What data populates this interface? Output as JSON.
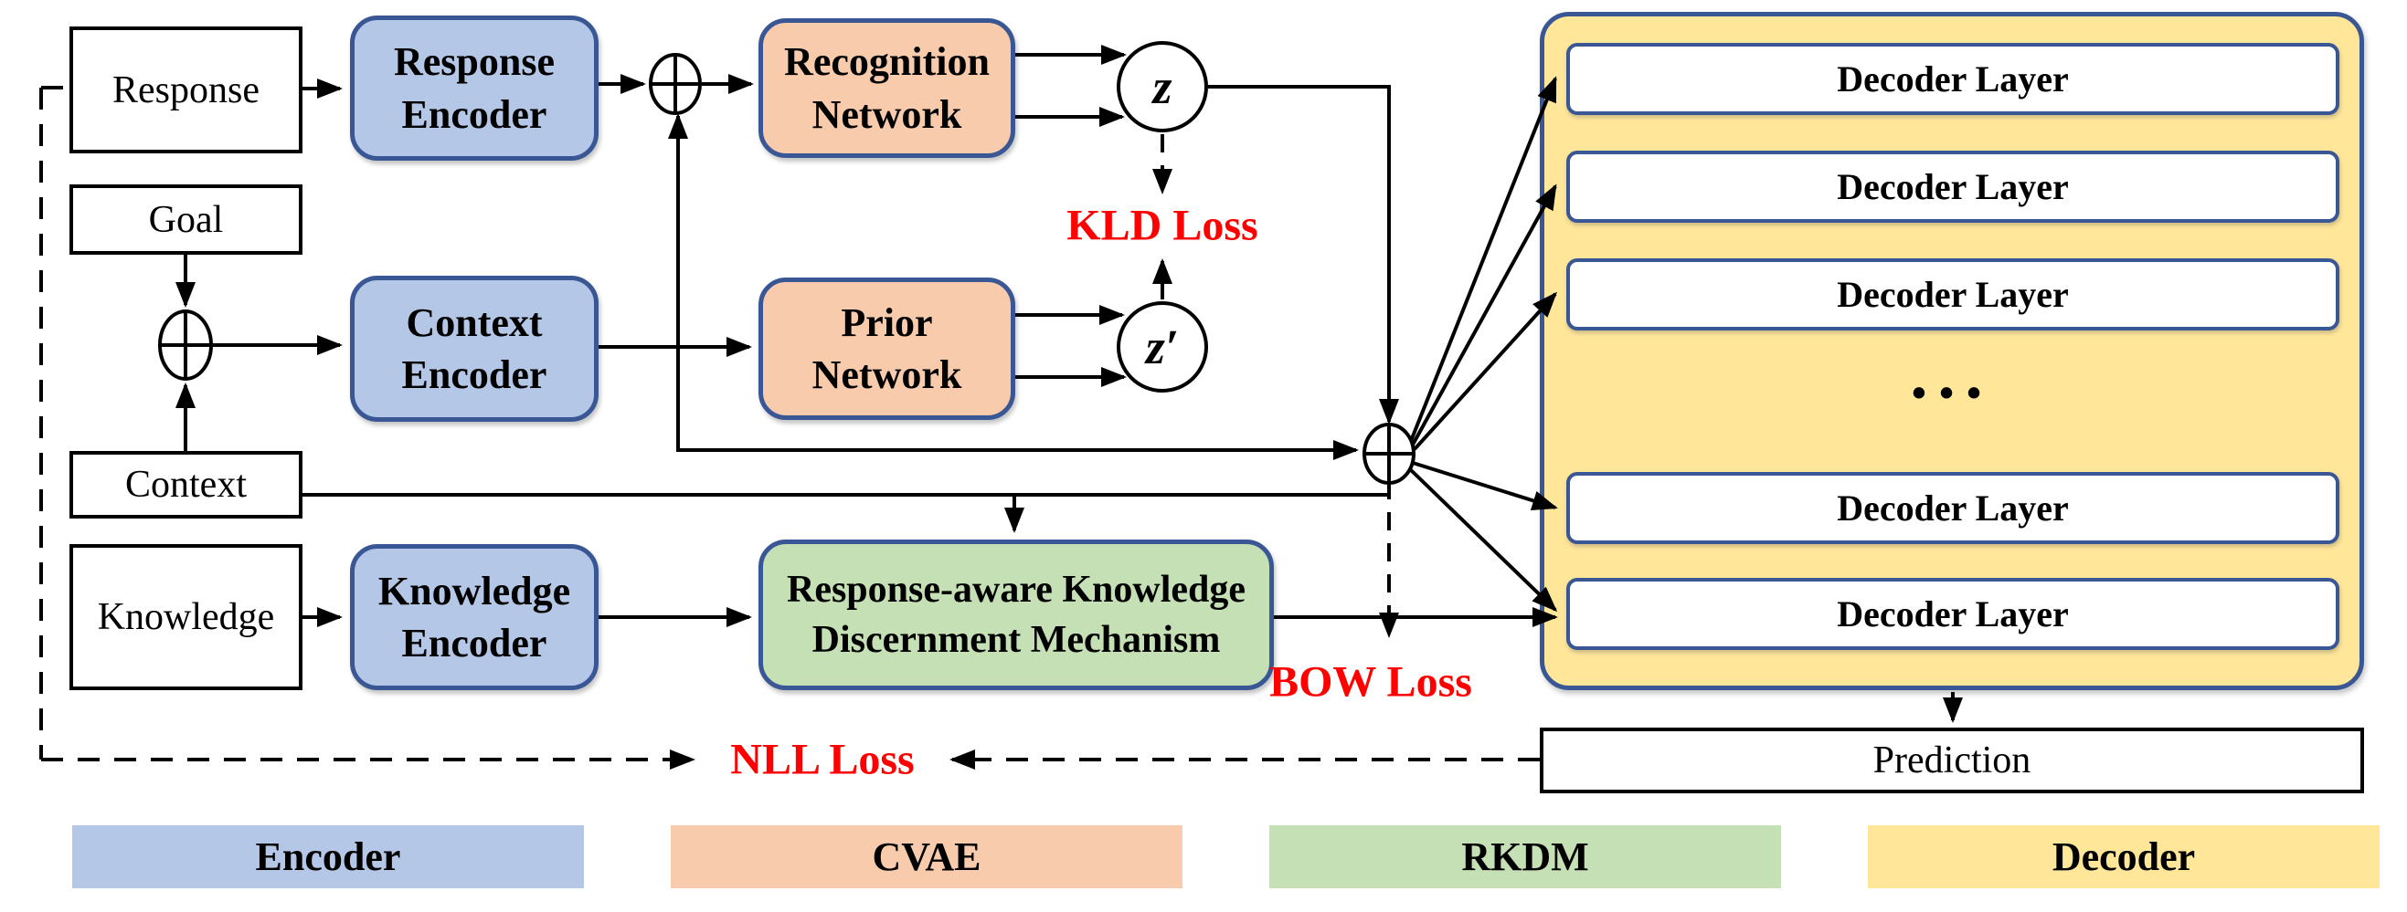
{
  "diagram": {
    "inputs": {
      "response": "Response",
      "goal": "Goal",
      "context": "Context",
      "knowledge": "Knowledge"
    },
    "encoders": {
      "response": "Response Encoder",
      "context": "Context Encoder",
      "knowledge": "Knowledge Encoder"
    },
    "cvae": {
      "recognition": "Recognition Network",
      "prior": "Prior Network",
      "latent_posterior": "z",
      "latent_prior": "z′"
    },
    "rkdm": {
      "label": "Response-aware Knowledge Discernment Mechanism"
    },
    "losses": {
      "kld": "KLD Loss",
      "bow": "BOW Loss",
      "nll": "NLL Loss",
      "color": "#FF0000"
    },
    "decoder": {
      "layers": [
        "Decoder Layer",
        "Decoder Layer",
        "Decoder Layer",
        "Decoder Layer",
        "Decoder Layer"
      ],
      "ellipsis": "•••",
      "prediction": "Prediction"
    },
    "legend": [
      {
        "label": "Encoder",
        "color": "#B4C7E7"
      },
      {
        "label": "CVAE",
        "color": "#F8CBAD"
      },
      {
        "label": "RKDM",
        "color": "#C5E0B4"
      },
      {
        "label": "Decoder",
        "color": "#FFE699"
      }
    ],
    "colors": {
      "fill_blue": "#B4C7E7",
      "fill_orange": "#F8CBAD",
      "fill_green": "#C5E0B4",
      "fill_yellow": "#FFE699",
      "border_blue": "#3A5795",
      "line_black": "#000000"
    }
  }
}
